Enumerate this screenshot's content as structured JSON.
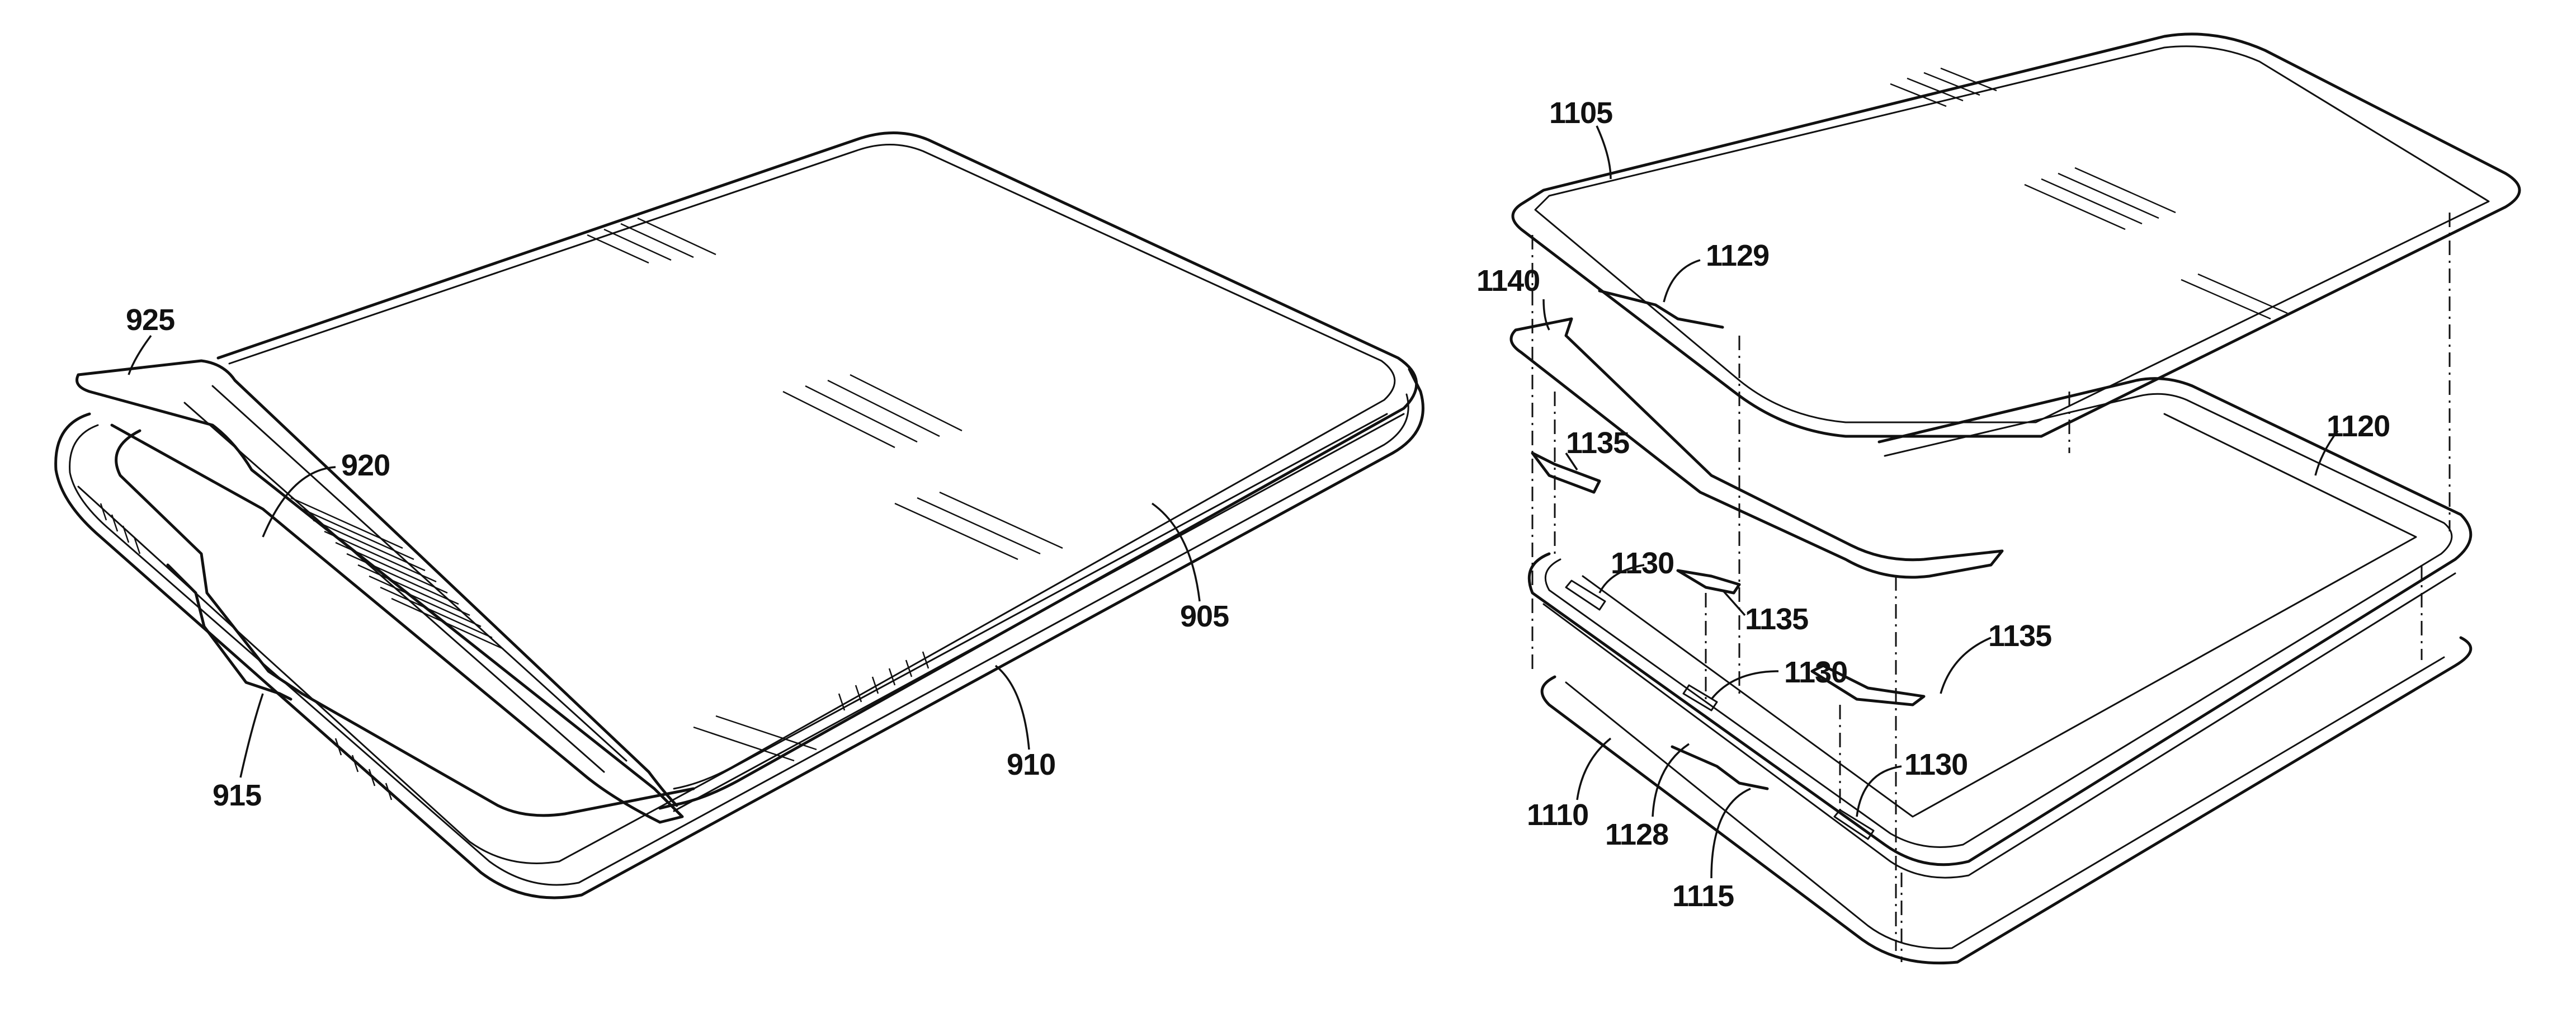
{
  "figures": [
    {
      "id": "assembled-view",
      "reference_numerals": [
        "925",
        "920",
        "905",
        "910",
        "915"
      ]
    },
    {
      "id": "exploded-view",
      "reference_numerals": [
        "1105",
        "1129",
        "1140",
        "1135",
        "1120",
        "1130",
        "1135",
        "1130",
        "1135",
        "1130",
        "1110",
        "1128",
        "1115"
      ]
    }
  ],
  "labels": {
    "l925": "925",
    "l920": "920",
    "l905": "905",
    "l910": "910",
    "l915": "915",
    "l1105": "1105",
    "l1129": "1129",
    "l1140": "1140",
    "l1135a": "1135",
    "l1120": "1120",
    "l1130a": "1130",
    "l1135b": "1135",
    "l1135c": "1135",
    "l1130b": "1130",
    "l1130c": "1130",
    "l1110": "1110",
    "l1128": "1128",
    "l1115": "1115"
  },
  "colors": {
    "line": "#111111",
    "background": "#ffffff"
  }
}
